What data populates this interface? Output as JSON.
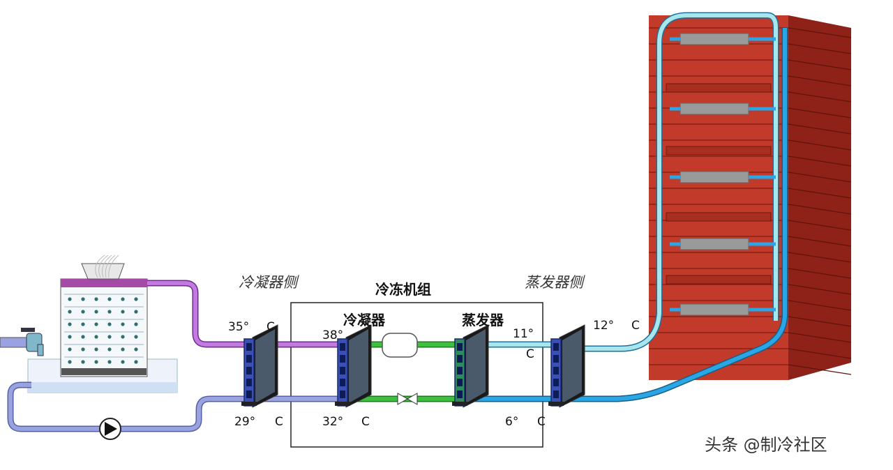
{
  "labels": {
    "condenser_side": "冷凝器侧",
    "chiller_unit": "冷冻机组",
    "condenser": "冷凝器",
    "evaporator": "蒸发器",
    "evaporator_side": "蒸发器侧"
  },
  "temperatures": {
    "t35": "35°",
    "t38": "38°",
    "t11": "11°",
    "t12": "12°",
    "t29": "29°",
    "t32": "32°",
    "t6": "6°",
    "unit": "C"
  },
  "watermark": "头条 @制冷社区",
  "colors": {
    "hot_pipe": "#b04fd6",
    "return_pipe": "#9aa2e0",
    "refrigerant": "#3fbf3f",
    "chilled_supply": "#a8e6ee",
    "chilled_return": "#2aa6e6",
    "brick": "#c23a2a"
  }
}
